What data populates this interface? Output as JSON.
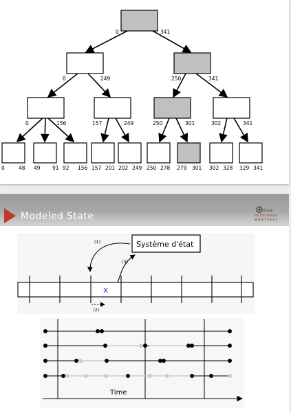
{
  "tree": {
    "root": {
      "lo": "0",
      "hi": "341"
    },
    "level1": [
      {
        "lo": "0",
        "hi": "249"
      },
      {
        "lo": "250",
        "hi": "341"
      }
    ],
    "level2": [
      {
        "lo": "0",
        "hi": "156"
      },
      {
        "lo": "157",
        "hi": "249"
      },
      {
        "lo": "250",
        "hi": "301"
      },
      {
        "lo": "302",
        "hi": "341"
      }
    ],
    "leaves": [
      {
        "lo": "0",
        "hi": "48"
      },
      {
        "lo": "49",
        "hi": "91"
      },
      {
        "lo": "92",
        "hi": "156"
      },
      {
        "lo": "157",
        "hi": "201"
      },
      {
        "lo": "202",
        "hi": "249"
      },
      {
        "lo": "250",
        "hi": "278"
      },
      {
        "lo": "279",
        "hi": "301"
      },
      {
        "lo": "302",
        "hi": "328"
      },
      {
        "lo": "329",
        "hi": "341"
      }
    ],
    "highlight_color": "#c0c0c0"
  },
  "banner": {
    "title": "Modeled State",
    "accent": "#c0392b",
    "logo_line1": "ÉCOLE",
    "logo_line2": "POLYTECHNIQUE",
    "logo_line3": "MONTRÉAL"
  },
  "state_diagram": {
    "system_label": "Système d'état",
    "step1": "(1)",
    "step2": "(2)",
    "step3": "(3)",
    "marker": "x"
  },
  "timeline": {
    "axis_label": "Time"
  }
}
